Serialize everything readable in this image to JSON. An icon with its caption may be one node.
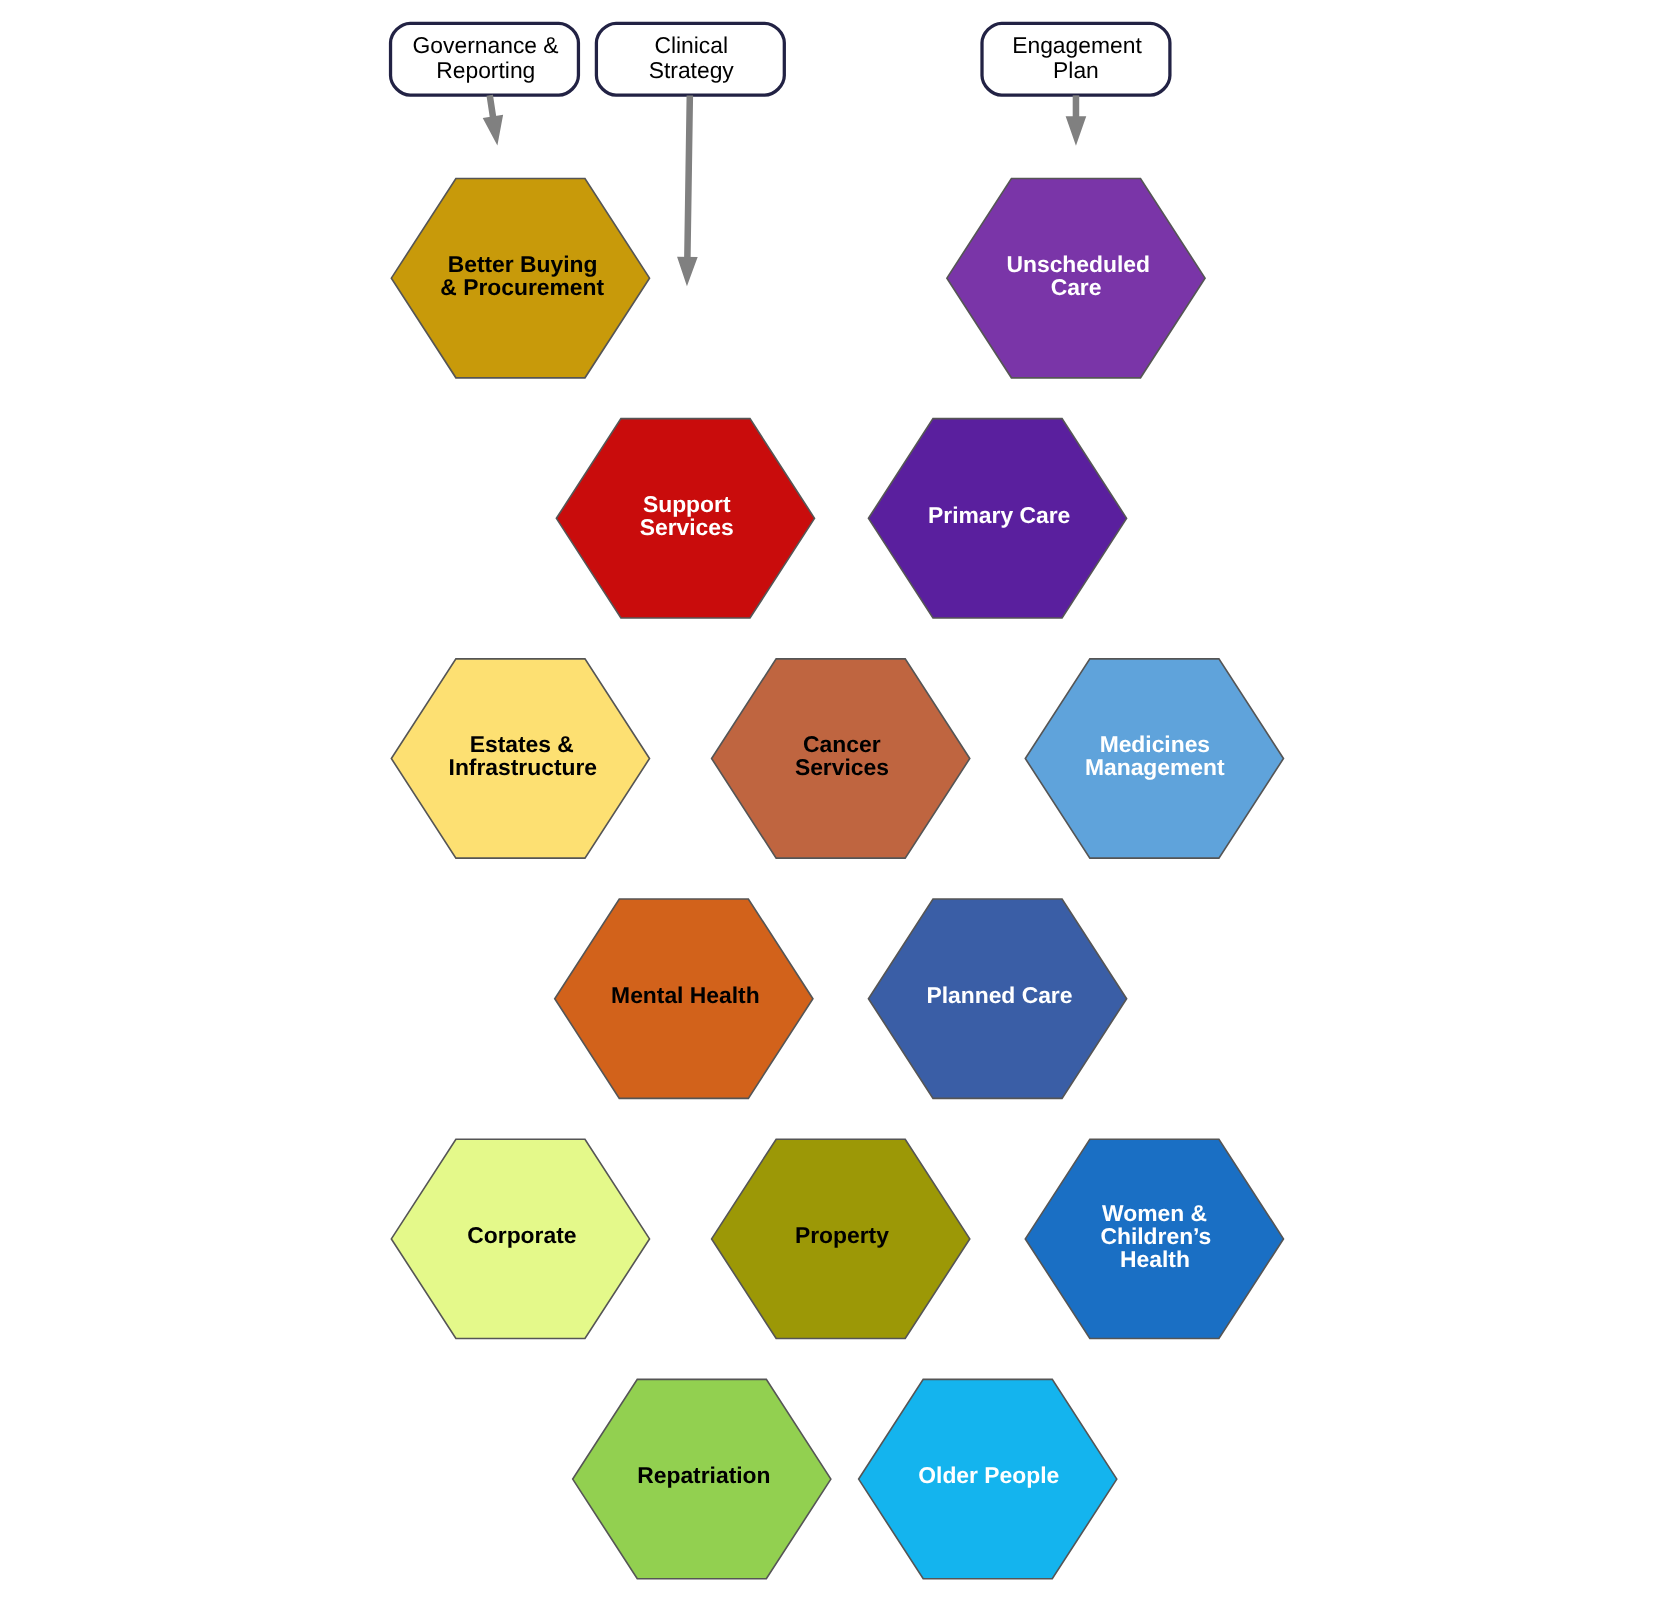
{
  "diagram": {
    "nodes": [
      {
        "text": [
          "Governance & Reporting"
        ]
      },
      {
        "text": [
          "Clinical Strategy"
        ]
      },
      {
        "text": [
          "Engagement Plan"
        ]
      },
      {
        "text": [
          "Better Buying & Procurement"
        ]
      },
      {
        "text": [
          "Unscheduled Care"
        ]
      },
      {
        "text": [
          "Support Services"
        ]
      },
      {
        "text": [
          "Primary Care"
        ]
      },
      {
        "text": [
          "Cancer Services"
        ]
      },
      {
        "text": [
          "Estates & Infrastructure"
        ]
      },
      {
        "text": [
          "Medicines Management"
        ]
      },
      {
        "text": [
          "Mental Health"
        ]
      },
      {
        "text": [
          "Planned Care"
        ]
      },
      {
        "text": [
          "Corporate"
        ]
      },
      {
        "text": [
          "Property"
        ]
      },
      {
        "text": [
          "Women & Children’s Health"
        ]
      },
      {
        "text": [
          "Repatriation"
        ]
      },
      {
        "text": [
          "Older People"
        ]
      }
    ],
    "edges": [
      {
        "from": 0,
        "to": null,
        "arrow": "to"
      },
      {
        "from": 1,
        "to": null,
        "arrow": "to"
      },
      {
        "from": 2,
        "to": null,
        "arrow": "to"
      }
    ]
  }
}
